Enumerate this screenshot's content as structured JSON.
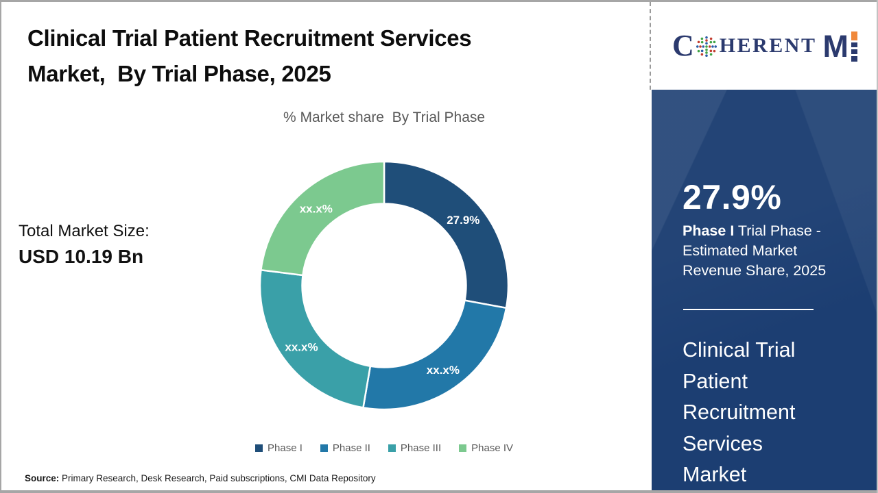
{
  "page": {
    "background": "#FFFFFF",
    "frame_color": "#A6A6A6"
  },
  "header": {
    "title_line1": "Clinical Trial Patient Recruitment Services",
    "title_line2": "Market,  By Trial Phase, 2025",
    "subtitle": "% Market share  By Trial Phase"
  },
  "market_size": {
    "label": "Total Market Size:",
    "value": "USD 10.19 Bn"
  },
  "chart_data": {
    "type": "pie",
    "subtype": "donut",
    "title": "% Market share  By Trial Phase",
    "categories": [
      "Phase I",
      "Phase II",
      "Phase III",
      "Phase IV"
    ],
    "values": [
      27.9,
      24.8,
      24.3,
      23.0
    ],
    "slice_labels": [
      "27.9%",
      "xx.x%",
      "xx.x%",
      "xx.x%"
    ],
    "colors": [
      "#1F4E79",
      "#2278A8",
      "#3AA0A8",
      "#7CC98F"
    ],
    "slice_label_color": "#FFFFFF",
    "legend_position": "bottom",
    "start_angle_deg": 0,
    "clockwise": true,
    "inner_radius_ratio": 0.66,
    "separator_color": "#FFFFFF"
  },
  "legend": {
    "text_color": "#595959"
  },
  "source": {
    "label": "Source:",
    "text": " Primary Research, Desk Research, Paid subscriptions, CMI Data Repository"
  },
  "logo": {
    "part_c": "C",
    "part_herent": "HERENT",
    "part_m": "M",
    "navy": "#2B3A6E",
    "globe_dot_colors": [
      "#3FA344",
      "#2B5EA7",
      "#C23B2E"
    ],
    "i_segment_colors": [
      "#F0883B",
      "#2B3A6E",
      "#2B3A6E",
      "#2B3A6E"
    ],
    "i_segment_heights": [
      13,
      7,
      7,
      8
    ]
  },
  "sidebar": {
    "background": "#1C3E72",
    "stat_value": "27.9%",
    "stat_bold": "Phase I",
    "stat_line1_rest": " Trial Phase -",
    "stat_line2": "Estimated Market",
    "stat_line3": "Revenue Share, 2025",
    "market_name_lines": [
      "Clinical Trial",
      "Patient",
      "Recruitment",
      "Services",
      "Market"
    ]
  }
}
